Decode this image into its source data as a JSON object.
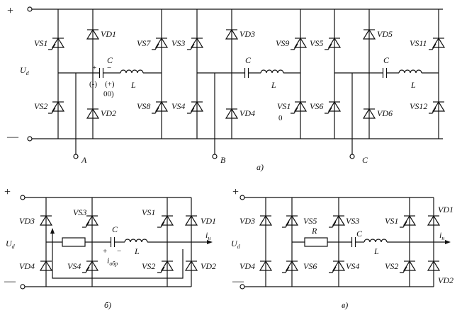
{
  "diagram_a": {
    "caption": "а)",
    "plus": "+",
    "minus": "—",
    "ud_main": "U",
    "ud_sub": "d",
    "cap_label": "C",
    "ind_label": "L",
    "polarity_plus": "+",
    "polarity_minus": "−",
    "pol_left": "(-)",
    "pol_right": "(+)",
    "pol_00": "00)",
    "stray_vs1": "VS1",
    "stray_0": "0",
    "outputs": [
      "A",
      "B",
      "C"
    ],
    "devices": [
      "VS1",
      "VS2",
      "VD1",
      "VD2",
      "VS7",
      "VS8",
      "VS3",
      "VS4",
      "VD3",
      "VD4",
      "VS9",
      "VS5",
      "VS6",
      "VD5",
      "VD6",
      "VS11",
      "VS12"
    ]
  },
  "diagram_b": {
    "caption": "б)",
    "plus": "+",
    "minus": "—",
    "ud_main": "U",
    "ud_sub": "d",
    "cap_label": "C",
    "ind_label": "L",
    "polarity_plus": "+",
    "polarity_minus": "−",
    "iobr_main": "i",
    "iobr_sub": "обр",
    "in_main": "i",
    "in_sub": "н",
    "devices": [
      "VD3",
      "VD4",
      "VS3",
      "VS4",
      "VS1",
      "VS2",
      "VD1",
      "VD2"
    ]
  },
  "diagram_v": {
    "caption": "в)",
    "plus": "+",
    "minus": "—",
    "ud_main": "U",
    "ud_sub": "d",
    "cap_label": "C",
    "ind_label": "L",
    "res_label": "R",
    "in_main": "i",
    "in_sub": "н",
    "devices": [
      "VD3",
      "VD4",
      "VS5",
      "VS6",
      "VS3",
      "VS4",
      "VS1",
      "VS2",
      "VD1",
      "VD2"
    ]
  }
}
